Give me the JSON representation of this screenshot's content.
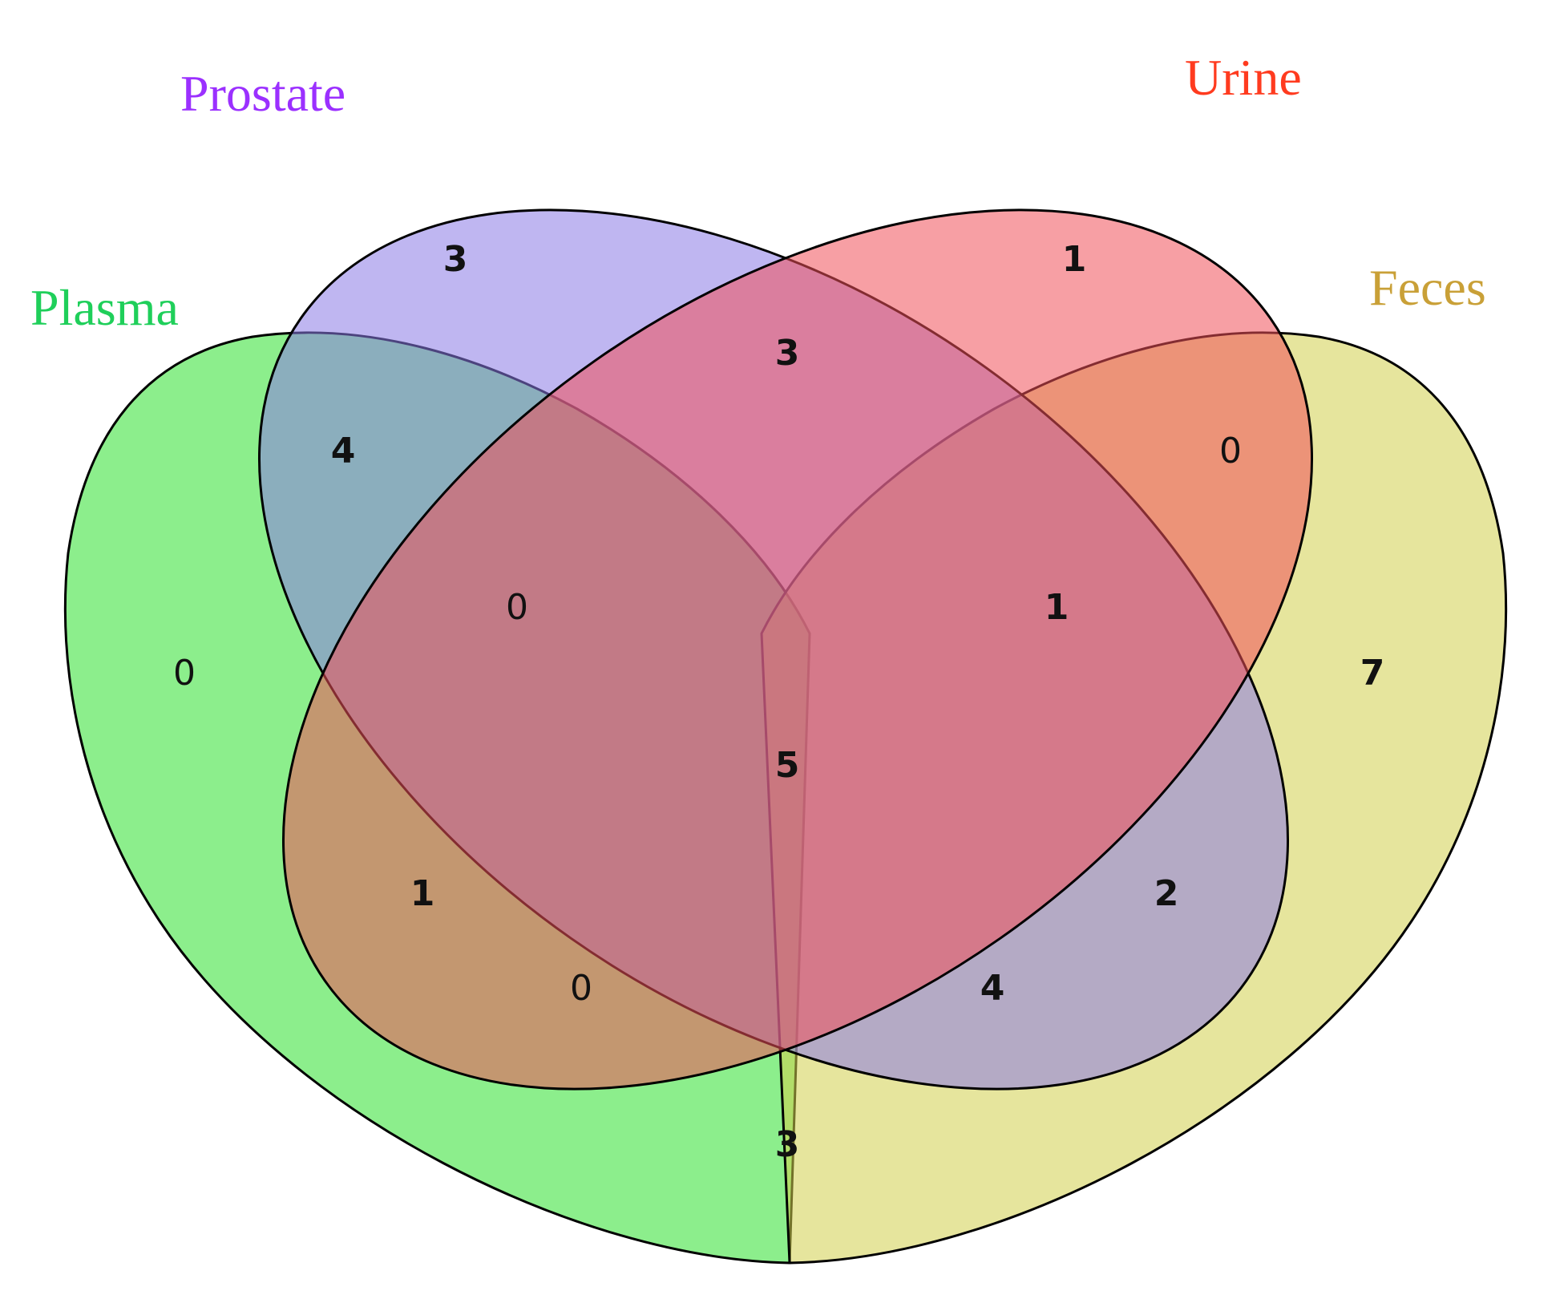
{
  "sets": {
    "plasma": {
      "label": "Plasma",
      "color": "#1fcf5a",
      "fill": "#2ee02e"
    },
    "prostate": {
      "label": "Prostate",
      "color": "#9b30ff",
      "fill": "#8a7ae6"
    },
    "urine": {
      "label": "Urine",
      "color": "#ff3b1f",
      "fill": "#f0505a"
    },
    "feces": {
      "label": "Feces",
      "color": "#c9a037",
      "fill": "#d2cf4c"
    }
  },
  "regions": {
    "plasma_only": "0",
    "prostate_only": "3",
    "urine_only": "1",
    "feces_only": "7",
    "plasma_prostate": "4",
    "prostate_urine": "3",
    "urine_feces": "0",
    "plasma_prostate_urine": "0",
    "prostate_urine_feces": "1",
    "all_four": "5",
    "plasma_urine": "1",
    "prostate_feces": "2",
    "plasma_urine_feces": "0",
    "plasma_prostate_feces": "4",
    "plasma_feces": "3"
  }
}
